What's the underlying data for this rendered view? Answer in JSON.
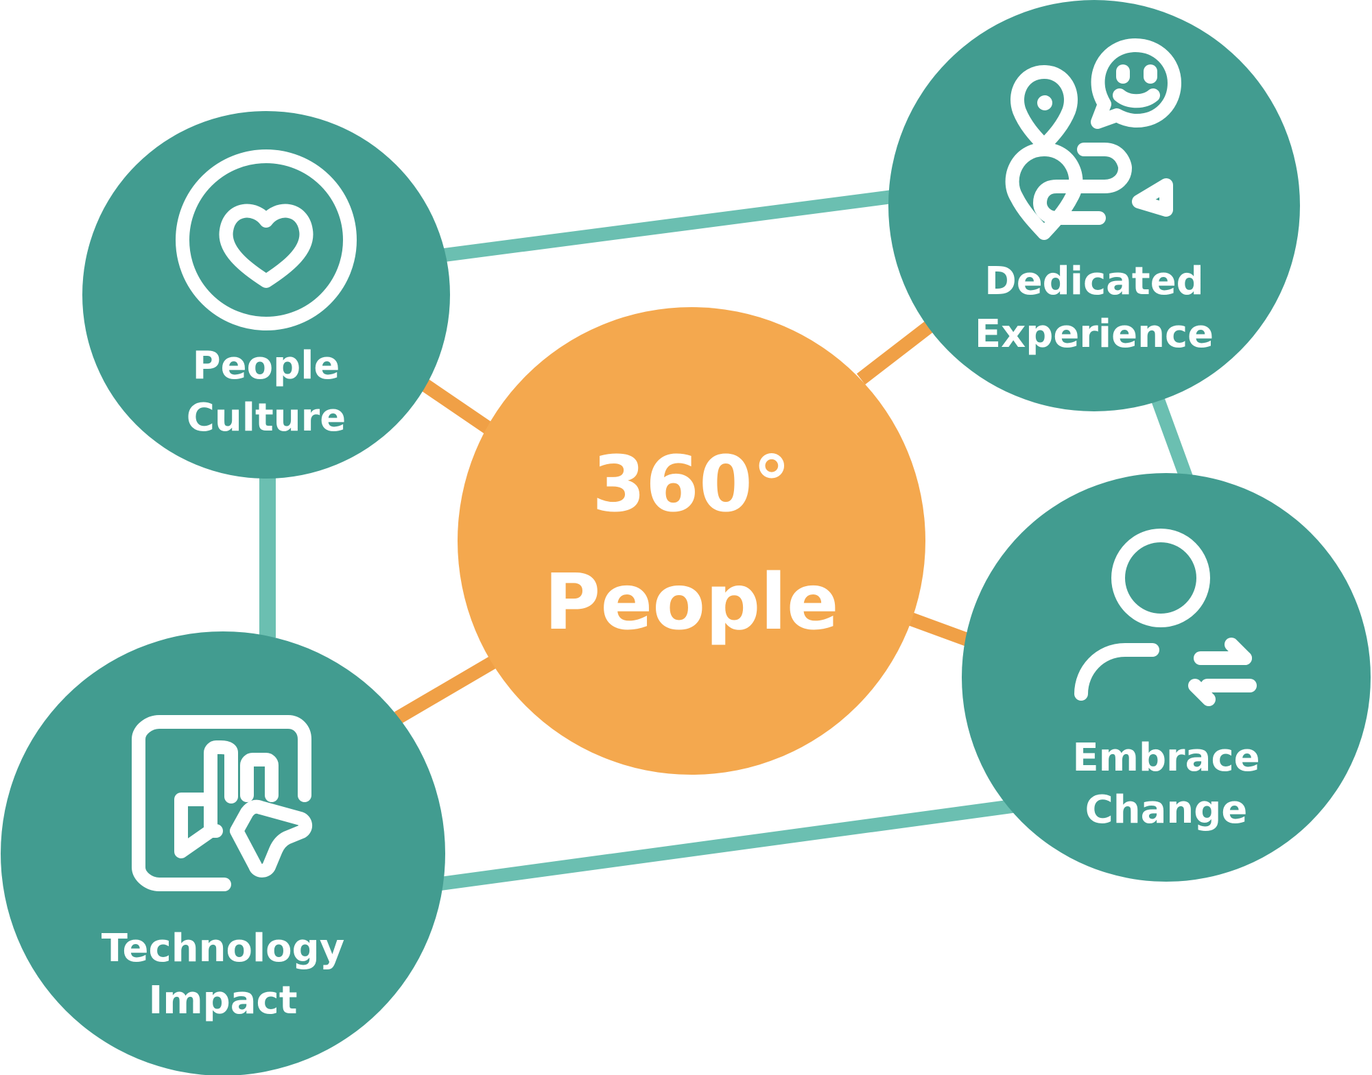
{
  "colors": {
    "node_fill": "#429c90",
    "connector_outer": "#6bbfb1",
    "connector_center": "#f0a046",
    "center_fill": "#f4a84e",
    "text": "#ffffff"
  },
  "center": {
    "line1": "360°",
    "line2": "People"
  },
  "nodes": [
    {
      "id": "people-culture",
      "icon": "heart-in-circle-icon",
      "line1": "People",
      "line2": "Culture"
    },
    {
      "id": "dedicated-experience",
      "icon": "journey-map-pin-chat-icon",
      "line1": "Dedicated",
      "line2": "Experience"
    },
    {
      "id": "embrace-change",
      "icon": "person-exchange-icon",
      "line1": "Embrace",
      "line2": "Change"
    },
    {
      "id": "technology-impact",
      "icon": "tablet-tap-icon",
      "line1": "Technology",
      "line2": "Impact"
    }
  ]
}
